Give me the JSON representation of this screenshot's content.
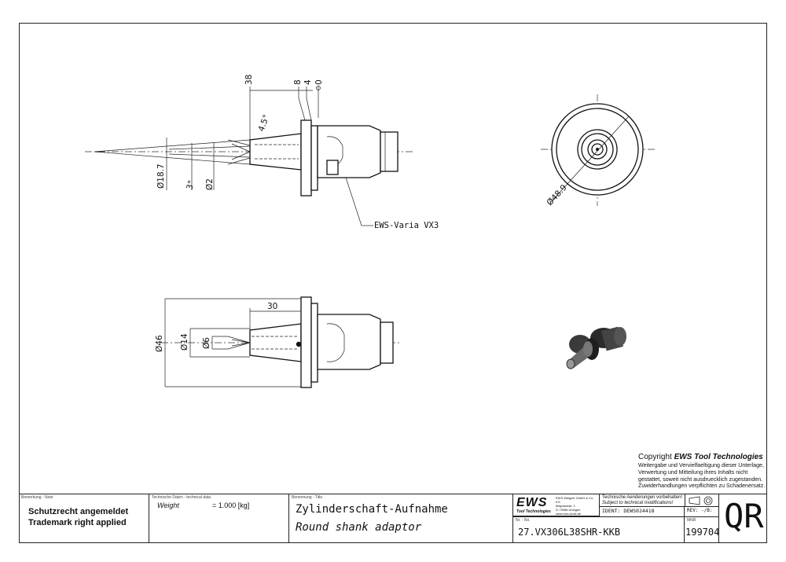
{
  "views": {
    "side": {
      "dim_length": "38",
      "dim_8": "8",
      "dim_4": "4",
      "dim_0": "0",
      "angle_45": "4.5°",
      "angle_3": "3°",
      "dia_187": "Ø18.7",
      "dia_2": "Ø2",
      "callout": "EWS-Varia VX3"
    },
    "front": {
      "dia_489": "Ø48.9"
    },
    "section": {
      "dim_30": "30",
      "dia_46": "Ø46",
      "dia_14": "Ø14",
      "dia_6": "Ø6"
    }
  },
  "copyright": {
    "title_prefix": "Copyright ",
    "title_brand": "EWS Tool Technologies",
    "lines": [
      "Weitergabe und Vervielfaeltigung dieser Unterlage,",
      "Verwertung und Mitteilung ihres Inhalts nicht",
      "gestattet, soweit nicht ausdruecklich zugestanden.",
      "Zuwiderhandlungen verpflichten zu Schadenersatz."
    ]
  },
  "title_block": {
    "remark_label": "Bemerkung - Note",
    "remark_line1": "Schutzrecht angemeldet",
    "remark_line2": "Trademark right applied",
    "tech_label": "Technische Daten - technical data",
    "weight_label": "Weight",
    "weight_value": "= 1.000 [kg]",
    "title_label": "Benennung - Title",
    "title_de": "Zylinderschaft-Aufnahme",
    "title_en": "Round shank adaptor",
    "logo": "EWS",
    "logo_sub": "Tool Technologies",
    "company_lines": [
      "EWS Weigele GmbH & Co. KG",
      "Maybachstr. 1",
      "D-73066 Uhingen",
      "www.ews-tools.de"
    ],
    "changes_de": "Technische Aenderungen vorbehalten!",
    "changes_en": "Subject to technical modifications!",
    "ident": "IDENT: DEWS024418",
    "rev": "REV: -/B:",
    "nr_label": "Nr. - No.",
    "part_number": "27.VX306L38SHR-KKB",
    "mnr_label": "MNR",
    "mnr": "199704",
    "qr": "QR"
  }
}
